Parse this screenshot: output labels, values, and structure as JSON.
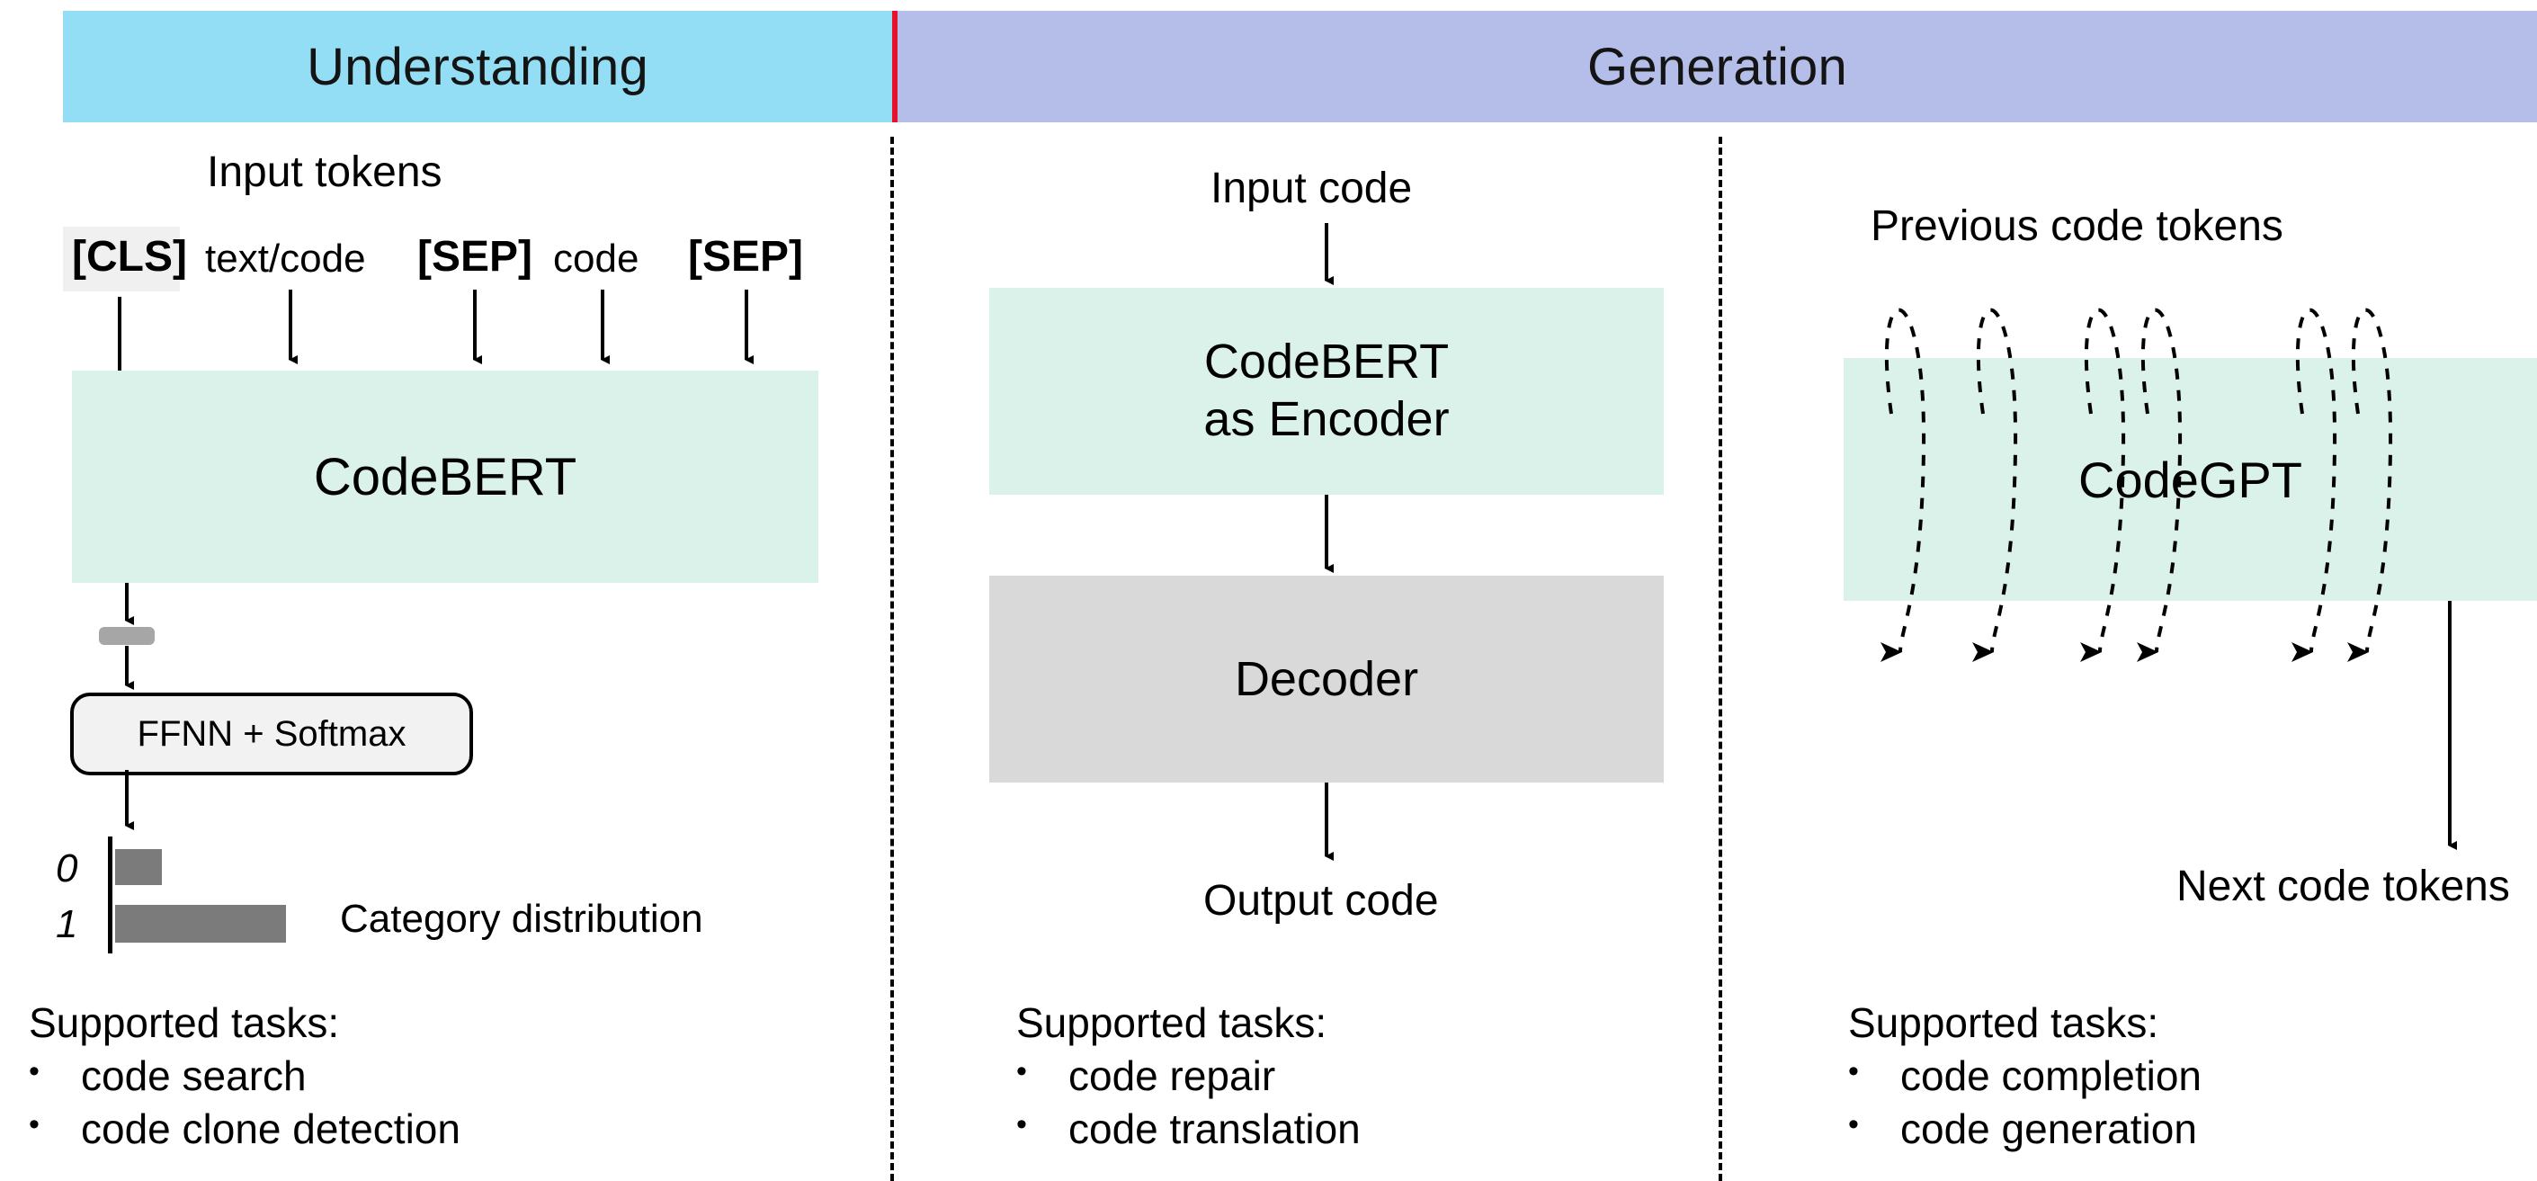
{
  "header": {
    "left_label": "Understanding",
    "right_label": "Generation",
    "left_color": "#93DEF5",
    "right_color": "#B4BEE8",
    "divider_color": "#E8112D"
  },
  "colors": {
    "model_box": "#DAF2EA",
    "decoder_box": "#D9D9D9",
    "bar_fill": "#7B7B7B",
    "token_highlight": "#F0F0F0",
    "ffnn_box": "#F2F2F2"
  },
  "column_understanding": {
    "input_label": "Input tokens",
    "tokens": [
      "[CLS]",
      "text/code",
      "[SEP]",
      "code",
      "[SEP]"
    ],
    "model_label": "CodeBERT",
    "classifier_label": "FFNN + Softmax",
    "distribution_label": "Category distribution",
    "tasks_heading": "Supported tasks:",
    "tasks": [
      "code search",
      "code clone detection"
    ]
  },
  "column_generation_encoder_decoder": {
    "input_label": "Input code",
    "encoder_label_line1": "CodeBERT",
    "encoder_label_line2": "as Encoder",
    "decoder_label": "Decoder",
    "output_label": "Output code",
    "tasks_heading": "Supported tasks:",
    "tasks": [
      "code repair",
      "code translation"
    ]
  },
  "column_generation_decoder_only": {
    "input_label": "Previous code tokens",
    "model_label": "CodeGPT",
    "output_label": "Next code tokens",
    "tasks_heading": "Supported tasks:",
    "tasks": [
      "code completion",
      "code generation"
    ]
  },
  "chart_data": {
    "type": "bar",
    "orientation": "horizontal",
    "title": "Category distribution",
    "categories": [
      "0",
      "1"
    ],
    "values": [
      0.27,
      1.0
    ],
    "xlabel": "",
    "ylabel": "",
    "grid": false,
    "legend": "none"
  },
  "bullet_glyph": "•"
}
